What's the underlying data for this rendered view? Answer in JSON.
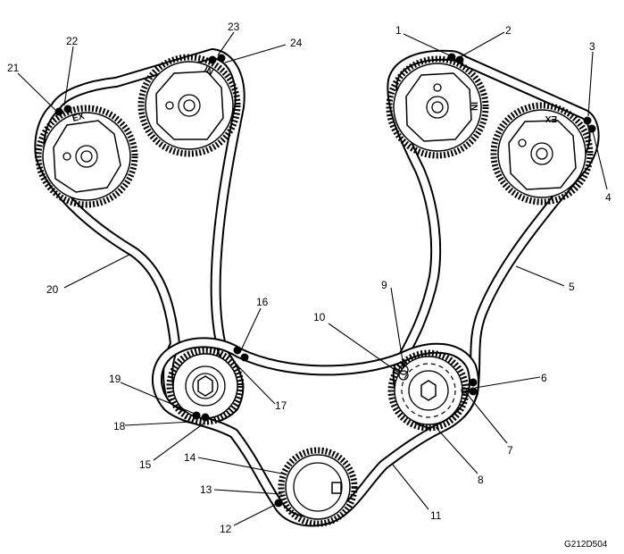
{
  "figure": {
    "reference_code": "G212D504",
    "sprocket_marks": {
      "left_exhaust": "EX",
      "left_intake": "IN",
      "right_intake": "IN",
      "right_exhaust": "EX"
    },
    "callouts": [
      "1",
      "2",
      "3",
      "4",
      "5",
      "6",
      "7",
      "8",
      "9",
      "10",
      "11",
      "12",
      "13",
      "14",
      "15",
      "16",
      "17",
      "18",
      "19",
      "20",
      "21",
      "22",
      "23",
      "24"
    ]
  }
}
